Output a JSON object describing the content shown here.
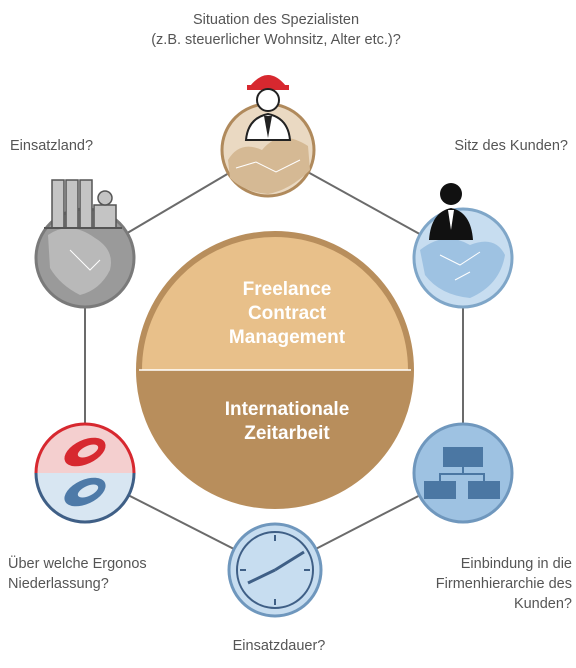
{
  "diagram": {
    "center": {
      "top_lines": [
        "Freelance",
        "Contract",
        "Management"
      ],
      "bottom_lines": [
        "Internationale",
        "Zeitarbeit"
      ]
    },
    "nodes": {
      "top": {
        "label_lines": [
          "Situation des Spezialisten",
          "(z.B. steuerlicher Wohnsitz, Alter etc.)?"
        ],
        "icon": "engineer-hardhat-icon"
      },
      "upper_left": {
        "label_lines": [
          "Einsatzland?"
        ],
        "icon": "industrial-plant-icon"
      },
      "upper_right": {
        "label_lines": [
          "Sitz des Kunden?"
        ],
        "icon": "businessman-icon"
      },
      "lower_left": {
        "label_lines": [
          "Über welche Ergonos",
          "Niederlassung?"
        ],
        "icon": "ergonos-logo-icon"
      },
      "lower_right": {
        "label_lines": [
          "Einbindung in die",
          "Firmenhierarchie des",
          "Kunden?"
        ],
        "icon": "org-chart-icon"
      },
      "bottom": {
        "label_lines": [
          "Einsatzdauer?"
        ],
        "icon": "clock-icon"
      }
    }
  },
  "colors": {
    "center_top": "#E8C08A",
    "center_bottom": "#B88E5C",
    "node_brown": "#C9A87C",
    "node_gray": "#9A9A9A",
    "node_blue": "#9EC2E2",
    "node_red": "#D94A4A",
    "connector": "#6B6B6B"
  }
}
